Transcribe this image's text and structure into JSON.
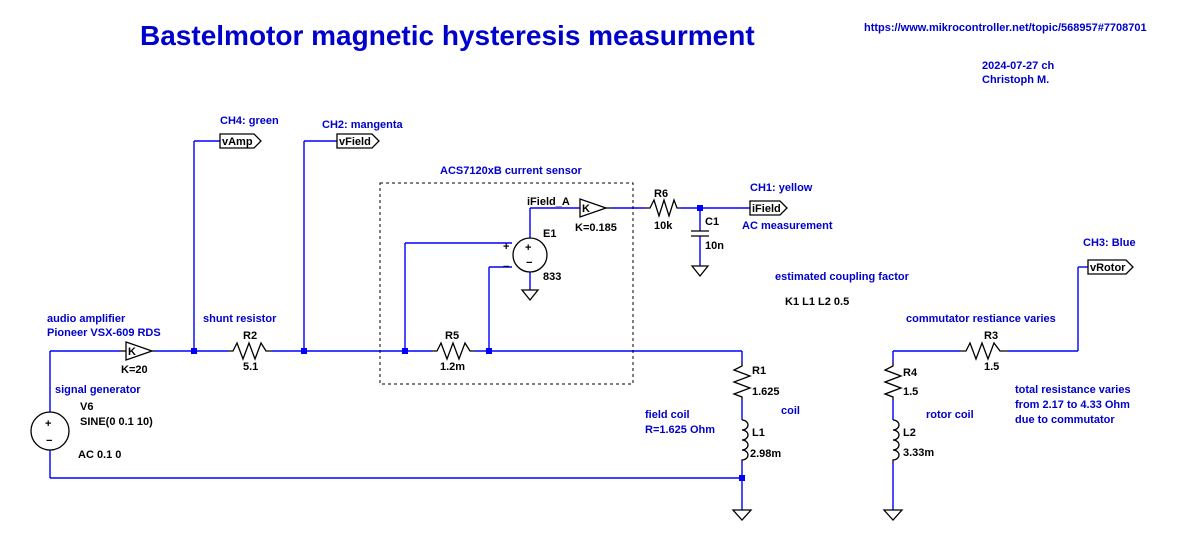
{
  "title": "Bastelmotor magnetic hysteresis measurment",
  "url": "https://www.mikrocontroller.net/topic/568957#7708701",
  "date": "2024-07-27 ch",
  "author": "Christoph M.",
  "labels": {
    "ch4": "CH4: green",
    "ch2": "CH2: mangenta",
    "ch1": "CH1: yellow",
    "ch3": "CH3: Blue",
    "sensor_box": "ACS7120xB current sensor",
    "ac_measurement": "AC measurement",
    "coupling_title": "estimated coupling factor",
    "coupling": "K1 L1 L2 0.5",
    "shunt": "shunt resistor",
    "amp_line1": "audio amplifier",
    "amp_line2": "Pioneer VSX-609 RDS",
    "siggen": "signal generator",
    "field_coil_line1": "field coil",
    "field_coil_line2": "R=1.625 Ohm",
    "coil": "coil",
    "commutator": "commutator restiance varies",
    "rotor_coil": "rotor coil",
    "total_line1": "total resistance varies",
    "total_line2": "from 2.17 to 4.33 Ohm",
    "total_line3": "due to commutator"
  },
  "nets": {
    "vamp": "vAmp",
    "vfield": "vField",
    "ifield": "iField",
    "vrotor": "vRotor",
    "ifield_a": "iField_A"
  },
  "components": {
    "r2": {
      "name": "R2",
      "value": "5.1"
    },
    "r5": {
      "name": "R5",
      "value": "1.2m"
    },
    "r6": {
      "name": "R6",
      "value": "10k"
    },
    "c1": {
      "name": "C1",
      "value": "10n"
    },
    "r1": {
      "name": "R1",
      "value": "1.625"
    },
    "l1": {
      "name": "L1",
      "value": "2.98m"
    },
    "r4": {
      "name": "R4",
      "value": "1.5"
    },
    "l2": {
      "name": "L2",
      "value": "3.33m"
    },
    "r3": {
      "name": "R3",
      "value": "1.5"
    },
    "e1": {
      "name": "E1",
      "value": "833"
    },
    "v6": {
      "name": "V6",
      "value": "SINE(0 0.1 10)",
      "ac": "AC 0.1 0"
    },
    "amp_gain": {
      "symbol": "K",
      "value": "K=20"
    },
    "sens_gain": {
      "symbol": "K",
      "value": "K=0.185"
    },
    "e1_plus": "+",
    "e1_minus": "−",
    "v6_plus": "+",
    "v6_minus": "−"
  }
}
